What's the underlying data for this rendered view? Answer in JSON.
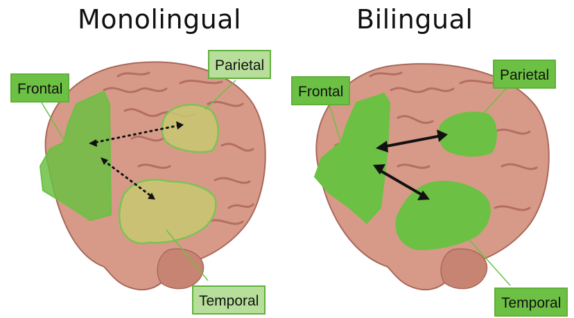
{
  "panels": [
    {
      "title": "Monolingual",
      "labels": {
        "frontal": "Frontal",
        "parietal": "Parietal",
        "temporal": "Temporal"
      }
    },
    {
      "title": "Bilingual",
      "labels": {
        "frontal": "Frontal",
        "parietal": "Parietal",
        "temporal": "Temporal"
      }
    }
  ],
  "colors": {
    "brain": "#d79a88",
    "brain_fold": "#b36e61",
    "region_green": "#6cc043",
    "region_yellow": "#c9c872",
    "label_pale": "#b7de9a",
    "arrow": "#111111"
  }
}
